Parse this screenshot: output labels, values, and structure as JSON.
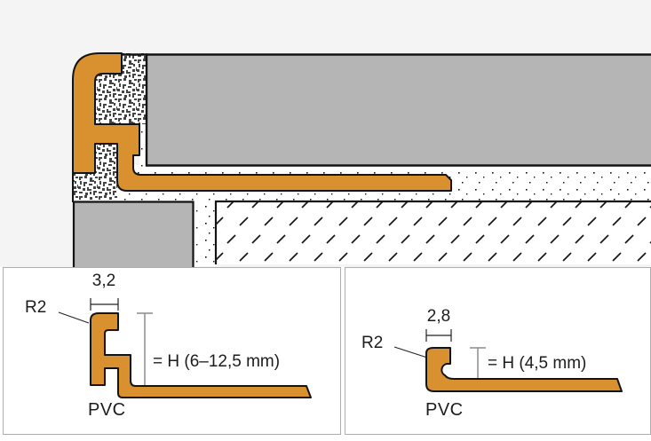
{
  "figure": {
    "kind": "tile-edge-profile technical diagram",
    "sections": {
      "top": "installation cross-section of PVC edge profile between tile, adhesive and substrate",
      "bottom": "two dimensioned profile cross-section drawings"
    },
    "colors": {
      "profile_orange": "#d9902e",
      "tile_gray": "#b5b5b5",
      "outline_black": "#141414",
      "background": "#f4f4f4",
      "panel_border": "#aeaeae",
      "dim_line_gray": "#8c8c8c"
    }
  },
  "panels": {
    "left": {
      "width_dimension": "3,2",
      "corner_radius": "R2",
      "height_note": "= H (6–12,5 mm)",
      "material": "PVC"
    },
    "right": {
      "width_dimension": "2,8",
      "corner_radius": "R2",
      "height_note": "= H (4,5 mm)",
      "material": "PVC"
    }
  }
}
